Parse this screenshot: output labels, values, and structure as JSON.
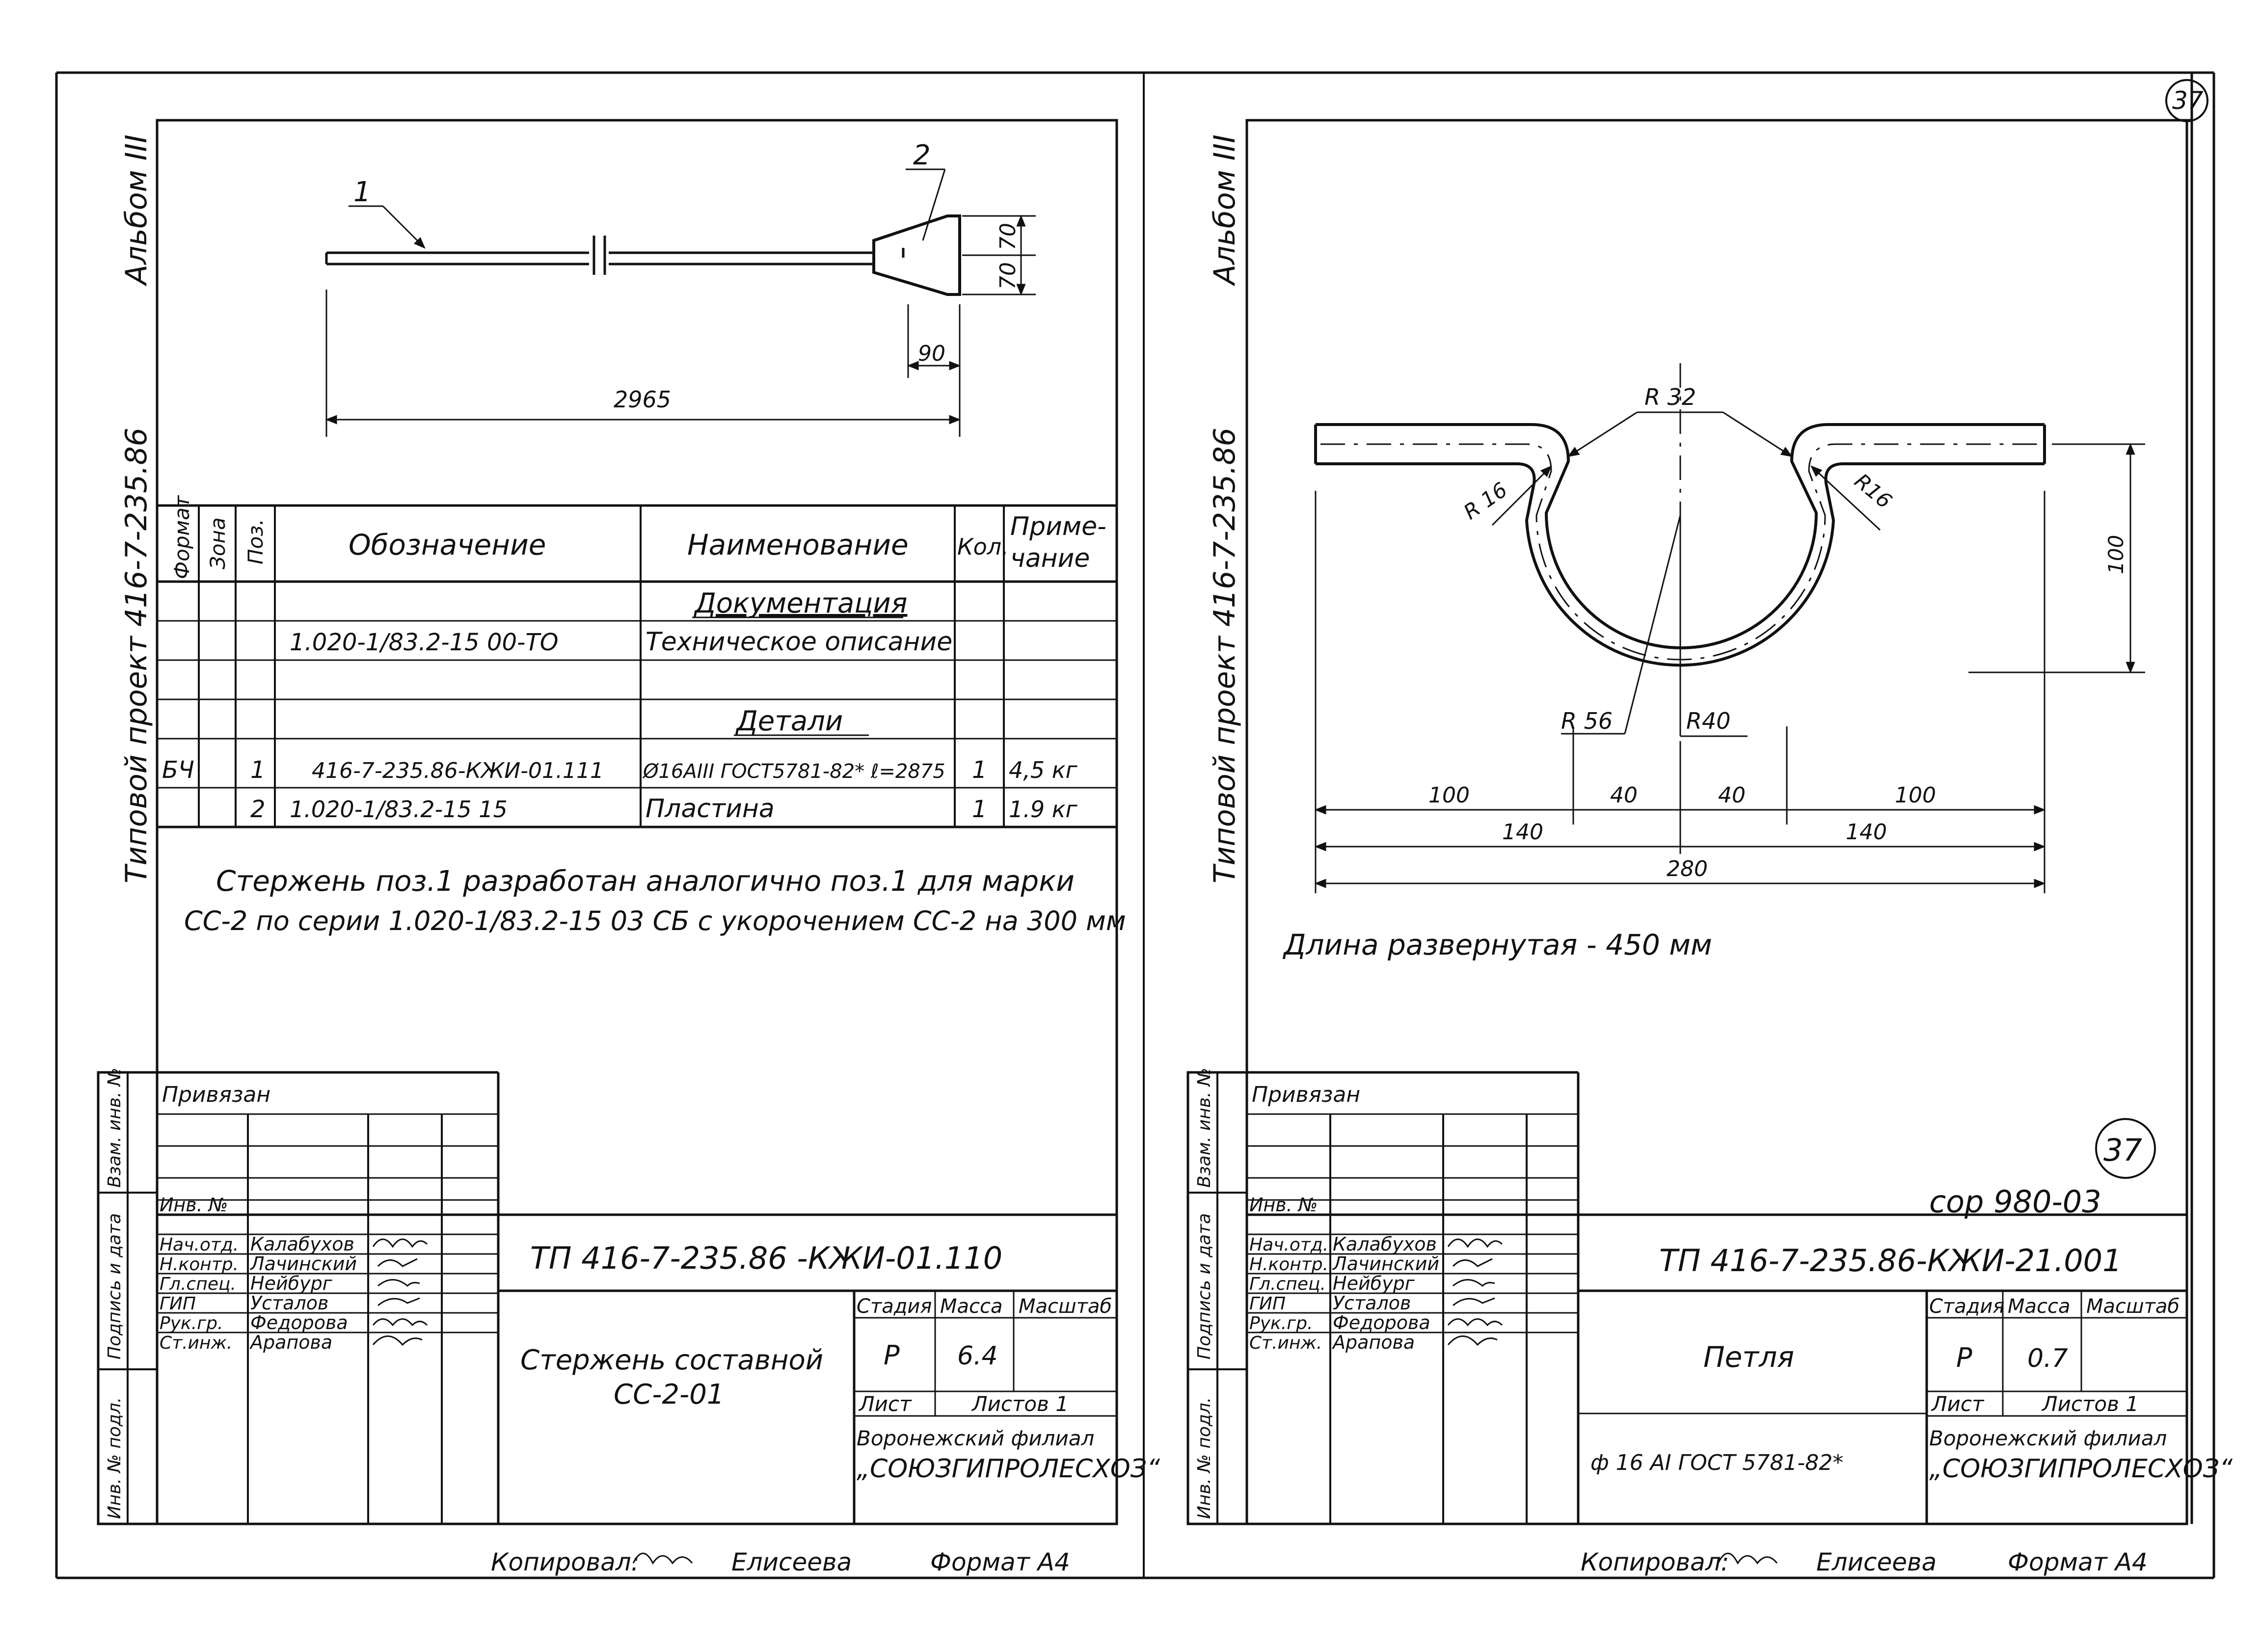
{
  "page_number": "37",
  "stamp_number": "37",
  "inventory_mark": "cop 980-03",
  "left_sheet": {
    "album": "Альбом III",
    "project": "Типовой проект 416-7-235.86",
    "drawing": {
      "pos1_callout": "1",
      "pos2_callout": "2",
      "dim_total": "2965",
      "dim_plate_width": "90",
      "dim_plate_top": "70",
      "dim_plate_bottom": "70"
    },
    "spec_header": {
      "format": "Формат",
      "zone": "Зона",
      "pos": "Поз.",
      "designation": "Обозначение",
      "name": "Наименование",
      "qty": "Кол.",
      "note_line1": "Приме-",
      "note_line2": "чание"
    },
    "spec_section_docs": "Документация",
    "spec_section_parts": "Детали",
    "spec_rows": [
      {
        "format": "",
        "pos": "",
        "designation": "1.020-1/83.2-15  00-ТО",
        "name": "Техническое описание",
        "qty": "",
        "note": ""
      },
      {
        "format": "БЧ",
        "pos": "1",
        "designation": "416-7-235.86-КЖИ-01.111",
        "name": "Ø16АIII ГОСТ5781-82* ℓ=2875",
        "qty": "1",
        "note": "4,5 кг"
      },
      {
        "format": "",
        "pos": "2",
        "designation": "1.020-1/83.2-15     15",
        "name": "Пластина",
        "qty": "1",
        "note": "1.9 кг"
      }
    ],
    "note_line1": "Стержень поз.1 разработан аналогично  поз.1 для марки",
    "note_line2": "СС-2 по серии 1.020-1/83.2-15  03 СБ с укорочением СС-2 на 300 мм",
    "title_block": {
      "bound": "Привязан",
      "inv_no": "Инв. №",
      "doc_code": "ТП 416-7-235.86 -КЖИ-01.110",
      "item_line1": "Стержень составной",
      "item_line2": "СС-2-01",
      "stage_label": "Стадия",
      "mass_label": "Масса",
      "scale_label": "Масштаб",
      "stage": "Р",
      "mass": "6.4",
      "sheet_label": "Лист",
      "sheets_label": "Листов 1",
      "org_line1": "Воронежский филиал",
      "org_line2": "„СОЮЗГИПРОЛЕСХОЗ“",
      "signers": [
        {
          "role": "Нач.отд.",
          "name": "Калабухов"
        },
        {
          "role": "Н.контр.",
          "name": "Лачинский"
        },
        {
          "role": "Гл.спец.",
          "name": "Нейбург"
        },
        {
          "role": "ГИП",
          "name": "Усталов"
        },
        {
          "role": "Рук.гр.",
          "name": "Федорова"
        },
        {
          "role": "Ст.инж.",
          "name": "Арапова"
        }
      ]
    },
    "side_labels": [
      "Инв. № подл.",
      "Подпись и дата",
      "Взам. инв. №"
    ],
    "copied": "Копировал:",
    "copied_name": "Елисеева",
    "format": "Формат А4"
  },
  "right_sheet": {
    "album": "Альбом III",
    "project": "Типовой проект 416-7-235.86",
    "drawing": {
      "r_top": "R 32",
      "r_left": "R 16",
      "r_right": "R16",
      "r_outer": "R 56",
      "r_inner": "R40",
      "dim_height": "100",
      "dim_row1": [
        "100",
        "40",
        "40",
        "100"
      ],
      "dim_row2": [
        "140",
        "140"
      ],
      "dim_total": "280"
    },
    "developed_length": "Длина развернутая - 450 мм",
    "title_block": {
      "bound": "Привязан",
      "inv_no": "Инв. №",
      "doc_code": "ТП 416-7-235.86-КЖИ-21.001",
      "item_name": "Петля",
      "material": "ф 16 АI ГОСТ 5781-82*",
      "stage_label": "Стадия",
      "mass_label": "Масса",
      "scale_label": "Масштаб",
      "stage": "Р",
      "mass": "0.7",
      "sheet_label": "Лист",
      "sheets_label": "Листов 1",
      "org_line1": "Воронежский филиал",
      "org_line2": "„СОЮЗГИПРОЛЕСХОЗ“",
      "signers": [
        {
          "role": "Нач.отд.",
          "name": "Калабухов"
        },
        {
          "role": "Н.контр.",
          "name": "Лачинский"
        },
        {
          "role": "Гл.спец.",
          "name": "Нейбург"
        },
        {
          "role": "ГИП",
          "name": "Усталов"
        },
        {
          "role": "Рук.гр.",
          "name": "Федорова"
        },
        {
          "role": "Ст.инж.",
          "name": "Арапова"
        }
      ]
    },
    "side_labels": [
      "Инв. № подл.",
      "Подпись и дата",
      "Взам. инв. №"
    ],
    "copied": "Копировал:",
    "copied_name": "Елисеева",
    "format": "Формат А4"
  }
}
